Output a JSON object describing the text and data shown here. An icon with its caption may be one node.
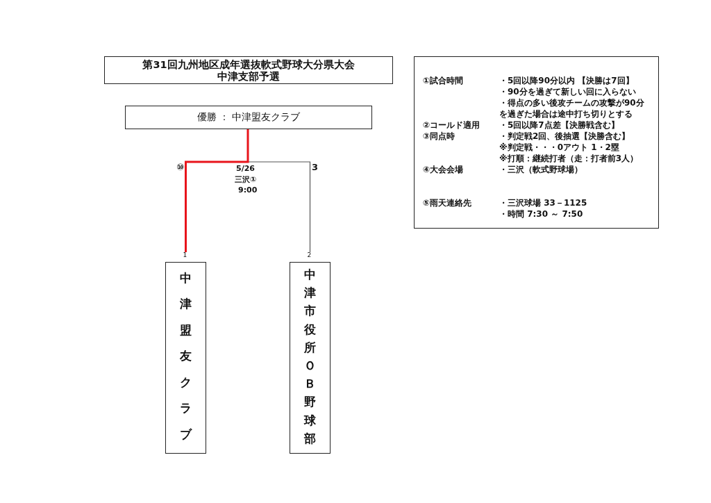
{
  "diagram": {
    "nodes": [
      {
        "text": [
          "第31回九州地区成年選抜軟式野球大分県大会",
          "中津支部予選"
        ]
      },
      {
        "text": [
          "優勝 ： 中津盟友クラブ"
        ]
      },
      {
        "text": [
          "①試合時間",
          "・5回以降90分以内 【決勝は7回】",
          "・90分を過ぎて新しい回に入らない",
          "・得点の多い後攻チームの攻撃が90分を過ぎた場合は途中打ち切りとする",
          "②コールド適用",
          "・5回以降7点差【決勝戦含む】",
          "③同点時",
          "・判定戦2回、後抽選【決勝含む】",
          "※判定戦・・・0アウト 1・2塁",
          "※打順：継続打者（走：打者前3人）",
          "④大会会場",
          "・三沢（軟式野球場）",
          "⑤雨天連絡先",
          "・三沢球場 33－1125",
          "・時間 7:30 ～ 7:50"
        ]
      },
      {
        "text": [
          "中津盟友クラブ"
        ],
        "beside": [
          "1"
        ]
      },
      {
        "text": [
          "中津市役所ＯＢ野球部"
        ],
        "beside": [
          "2"
        ]
      }
    ],
    "edges": [
      {
        "from": 4,
        "to": 1,
        "arrow": "none"
      },
      {
        "from": 3,
        "to": 1,
        "arrow": "none",
        "style": "thick",
        "color": "#e8141b"
      }
    ],
    "labels": [
      "⑩",
      "5/26",
      "三沢①",
      "9:00",
      "3"
    ]
  }
}
